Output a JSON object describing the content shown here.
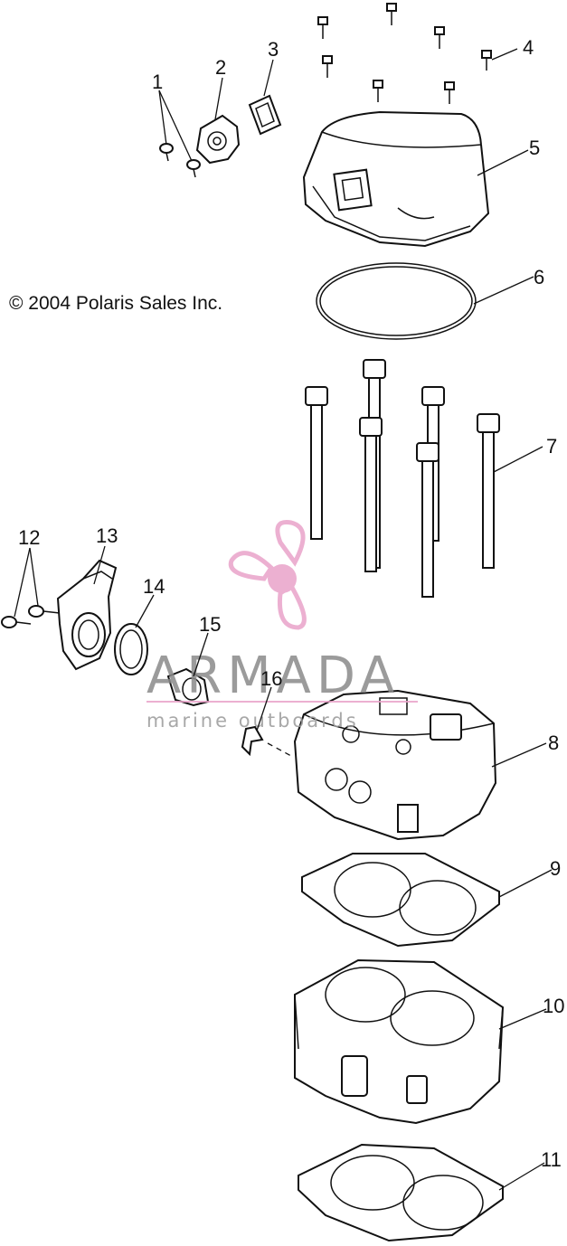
{
  "copyright": "© 2004 Polaris Sales Inc.",
  "watermark": {
    "brand": "ARMADA",
    "tagline": "marine outboards",
    "logo_color": "#e9a3c9",
    "text_color": "#8a8a8a"
  },
  "callouts": [
    "1",
    "2",
    "3",
    "4",
    "5",
    "6",
    "7",
    "8",
    "9",
    "10",
    "11",
    "12",
    "13",
    "14",
    "15",
    "16"
  ]
}
